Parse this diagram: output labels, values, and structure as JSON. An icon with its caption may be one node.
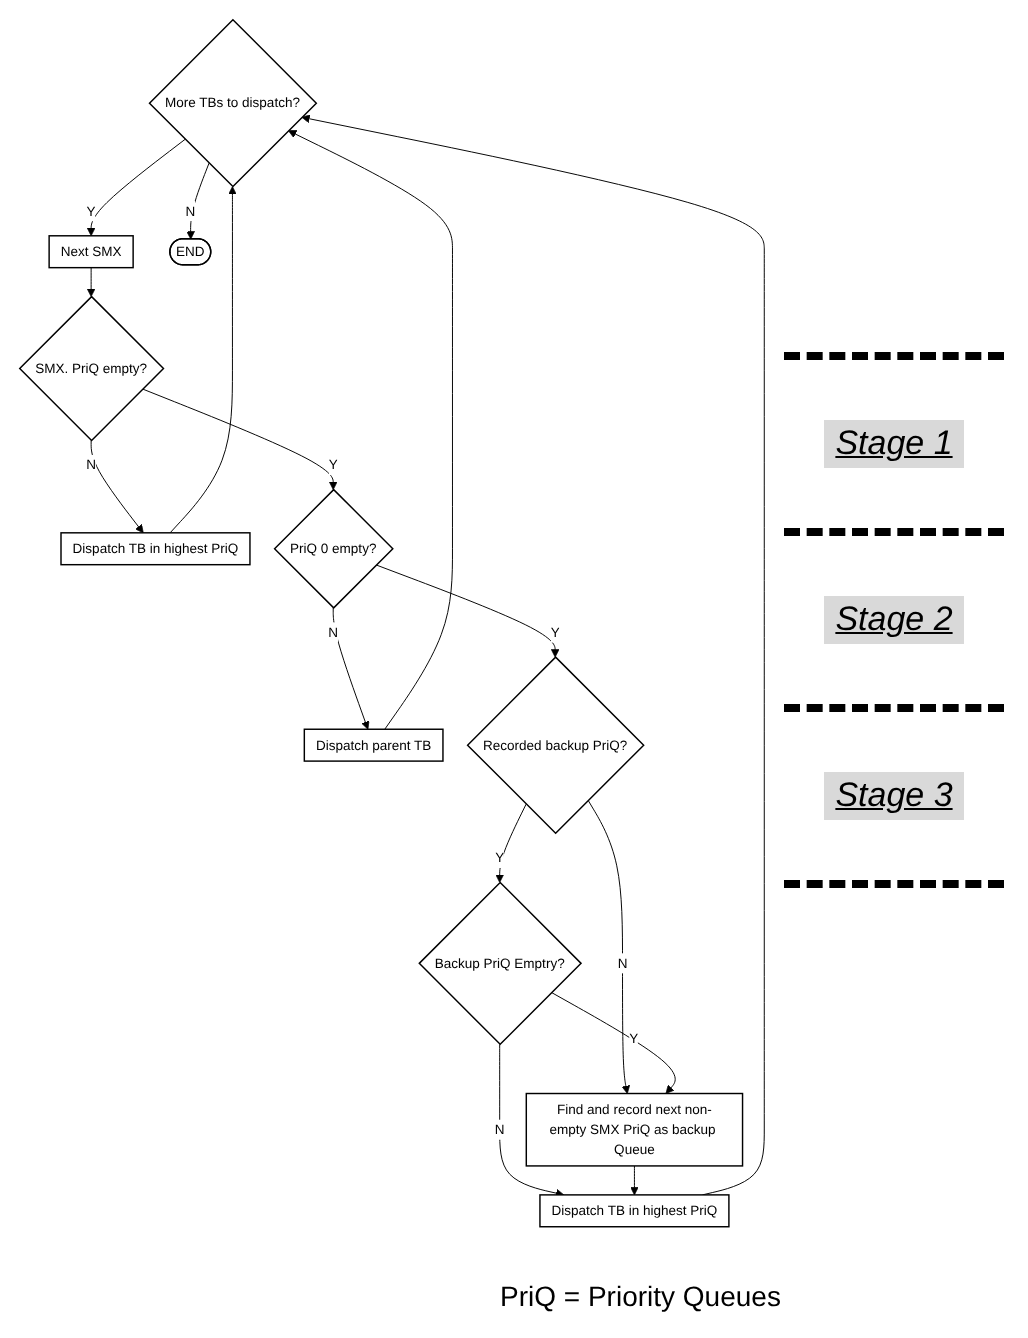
{
  "diagram": {
    "nodes": [
      {
        "text": [
          "More TBs to dispatch?"
        ]
      },
      {
        "text": [
          "Next SMX"
        ]
      },
      {
        "text": [
          "END"
        ]
      },
      {
        "text": [
          "SMX. PriQ empty?"
        ]
      },
      {
        "text": [
          "Dispatch TB in highest PriQ"
        ]
      },
      {
        "text": [
          "PriQ 0 empty?"
        ]
      },
      {
        "text": [
          "Dispatch parent TB"
        ]
      },
      {
        "text": [
          "Recorded backup PriQ?"
        ]
      },
      {
        "text": [
          "Backup PriQ Emptry?"
        ]
      },
      {
        "text": [
          "Dispatch TB in highest PriQ"
        ]
      },
      {
        "text": [
          "Find and record next non-empty SMX PriQ as backup Queue"
        ]
      }
    ],
    "edges": [
      {
        "from": 0,
        "to": 1,
        "arrow": "to",
        "label": "Y"
      },
      {
        "from": 0,
        "to": 2,
        "arrow": "to",
        "label": "N"
      },
      {
        "from": 1,
        "to": 3,
        "arrow": "to"
      },
      {
        "from": 3,
        "to": 4,
        "arrow": "to",
        "label": "N"
      },
      {
        "from": 3,
        "to": 5,
        "arrow": "to",
        "label": "Y"
      },
      {
        "from": 4,
        "to": 0,
        "arrow": "to"
      },
      {
        "from": 5,
        "to": 6,
        "arrow": "to",
        "label": "N"
      },
      {
        "from": 5,
        "to": 7,
        "arrow": "to",
        "label": "Y"
      },
      {
        "from": 6,
        "to": 0,
        "arrow": "to"
      },
      {
        "from": 7,
        "to": 10,
        "arrow": "to",
        "label": "N"
      },
      {
        "from": 7,
        "to": 8,
        "arrow": "to",
        "label": "Y"
      },
      {
        "from": 8,
        "to": 9,
        "arrow": "to",
        "label": "N"
      },
      {
        "from": 8,
        "to": 10,
        "arrow": "to",
        "label": "Y"
      },
      {
        "from": 10,
        "to": 9,
        "arrow": "to"
      },
      {
        "from": 9,
        "to": 0,
        "arrow": "to"
      }
    ],
    "labels": [
      "Stage 1",
      "Stage 2",
      "Stage 3",
      "PriQ = Priority Queues"
    ]
  }
}
